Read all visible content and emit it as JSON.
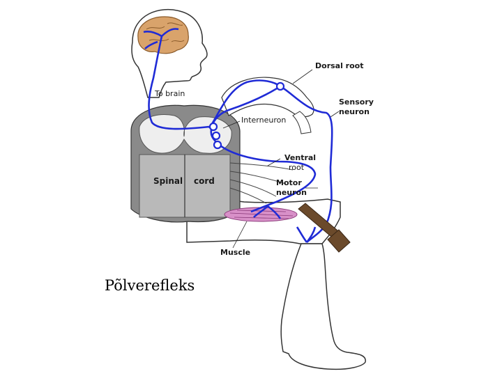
{
  "caption": "Põlverefleks",
  "labels": {
    "to_brain": "To brain",
    "dorsal_root": "Dorsal root",
    "sensory_1": "Sensory",
    "sensory_2": "neuron",
    "interneuron": "Interneuron",
    "ventral_1": "Ventral",
    "ventral_2": "root",
    "motor_1": "Motor",
    "motor_2": "neuron",
    "spinal": "Spinal",
    "cord": "cord",
    "muscle": "Muscle"
  },
  "colors": {
    "nerve": "#1f2bd6",
    "brain": "#d9a36b",
    "cord_gray": "#8a8a8a",
    "muscle": "#d890c8",
    "hammer": "#6b4a2b",
    "caption": "#000000"
  }
}
